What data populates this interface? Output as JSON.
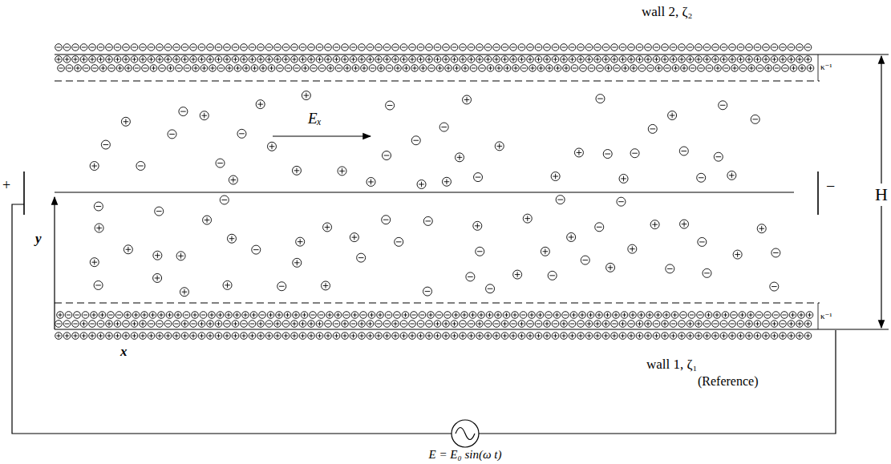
{
  "diagram": {
    "labels": [
      "wall 2, ζ₂",
      "κ⁻¹",
      "Eₓ",
      "+",
      "−",
      "H",
      "y",
      "κ⁻¹",
      "x",
      "wall 1, ζ₁",
      "(Reference)",
      "E = E₀ sin(ω t)"
    ]
  }
}
